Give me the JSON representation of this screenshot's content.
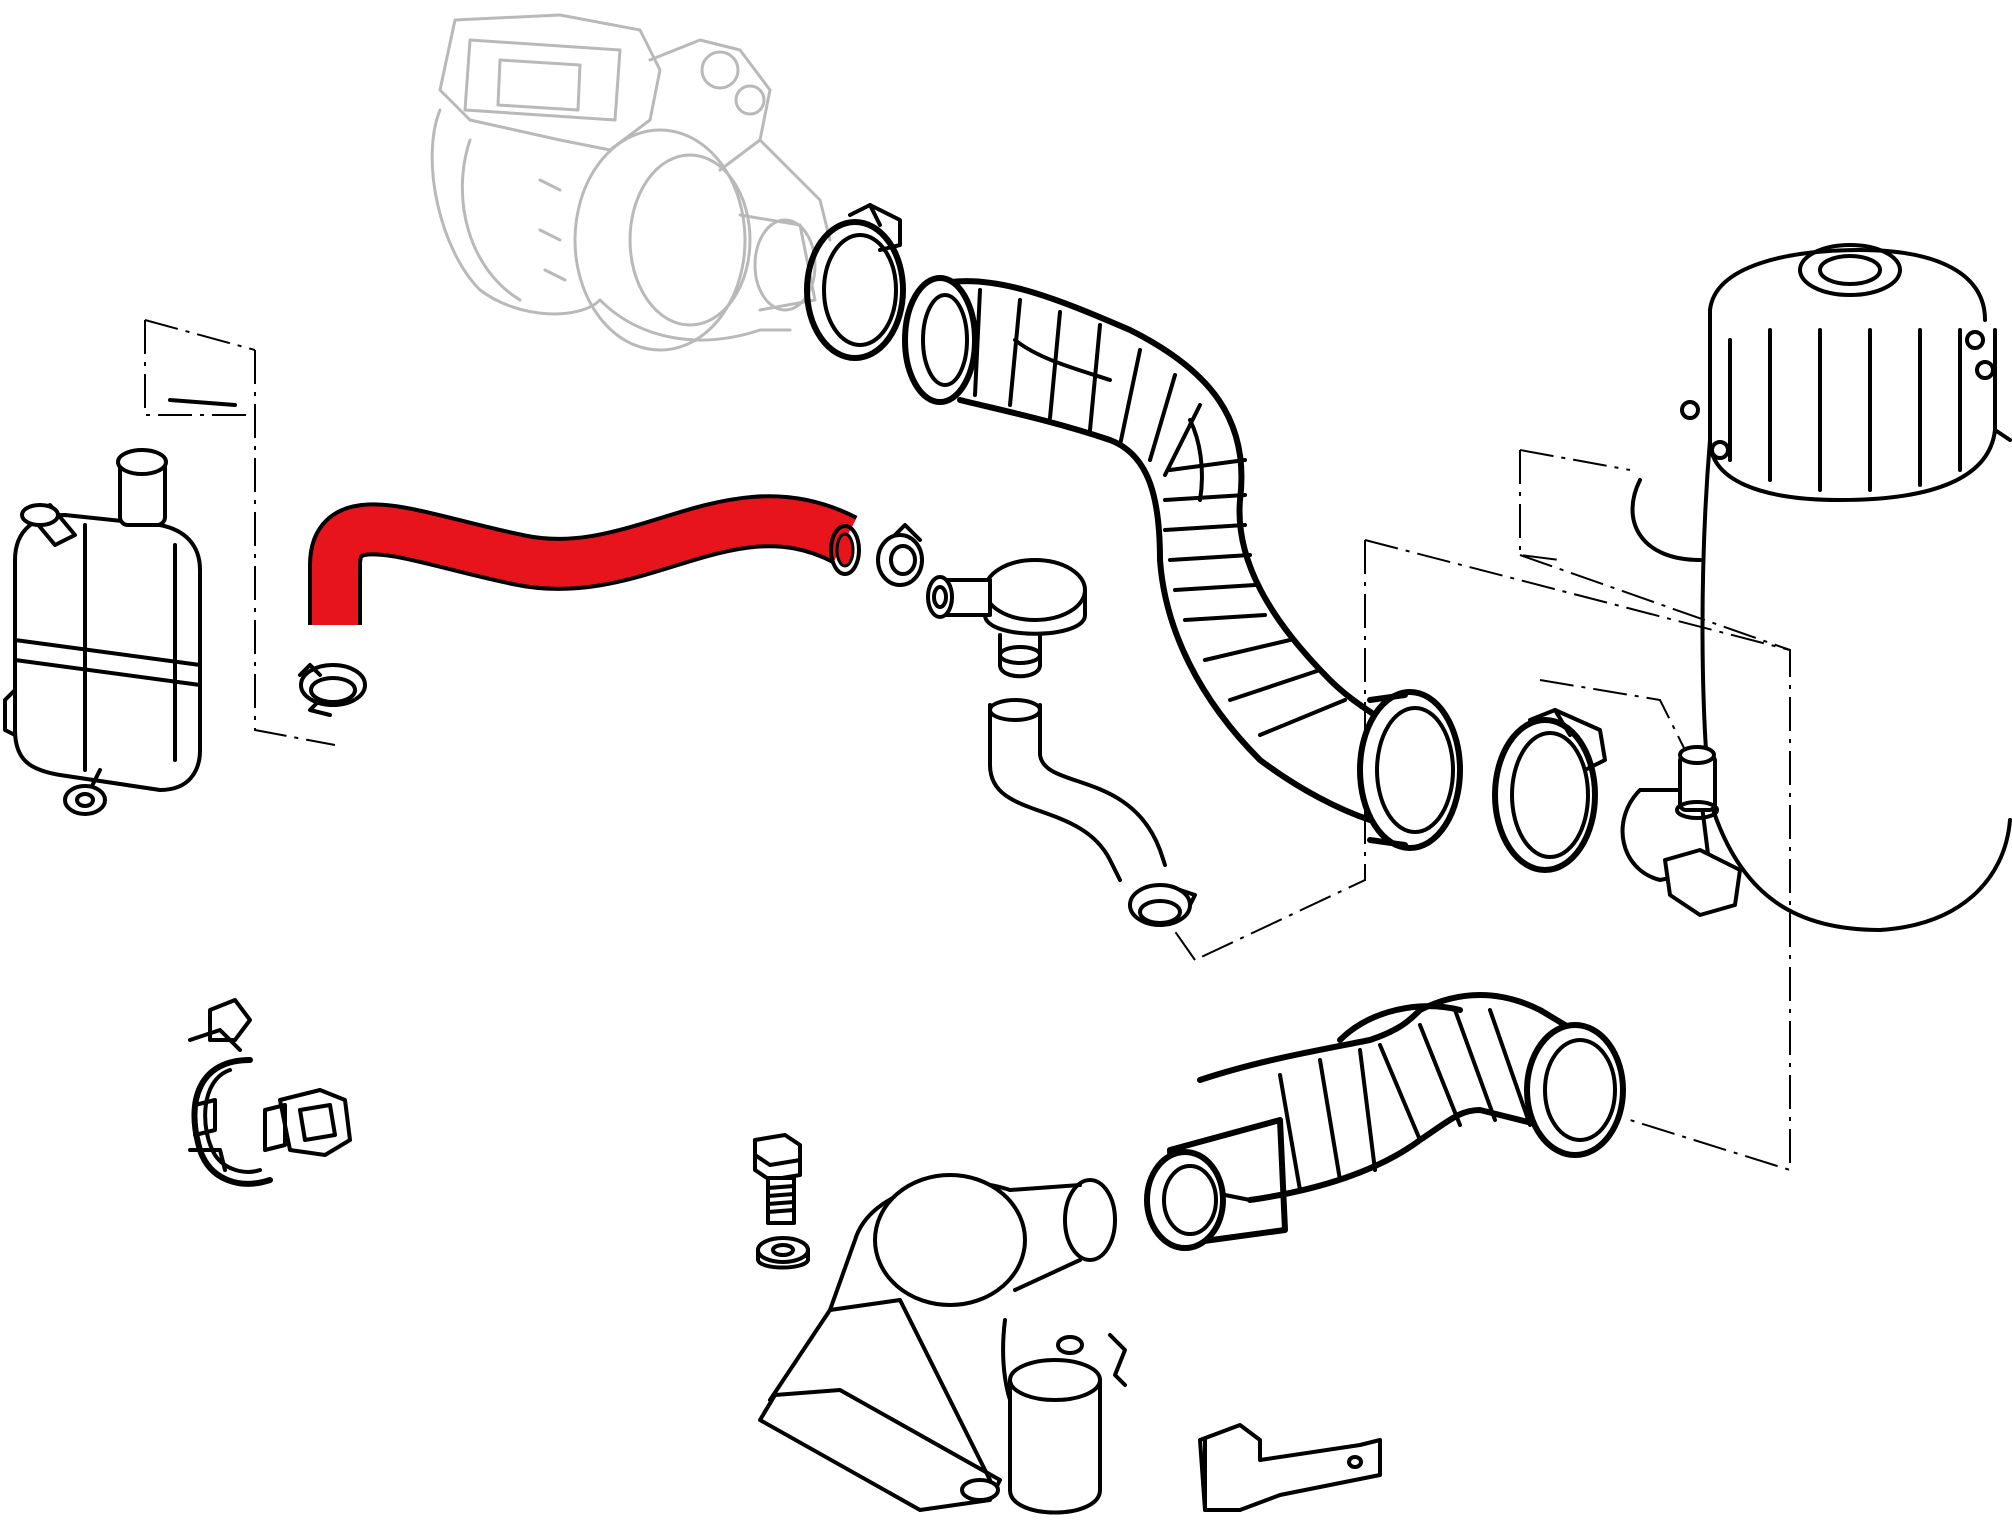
{
  "diagram": {
    "highlight_color": "#e8141c",
    "line_color": "#000000",
    "background_color": "#ffffff",
    "ghost_color": "#b9b9b9",
    "parts": [
      {
        "id": "turbocharger",
        "style": "ghosted"
      },
      {
        "id": "expansion-tank",
        "style": "outline"
      },
      {
        "id": "breather-hose",
        "style": "highlighted"
      },
      {
        "id": "hose-clip-small"
      },
      {
        "id": "breather-valve"
      },
      {
        "id": "drain-hose"
      },
      {
        "id": "intake-hose-upper"
      },
      {
        "id": "hose-clamp-large"
      },
      {
        "id": "air-filter-housing"
      },
      {
        "id": "intake-hose-lower"
      },
      {
        "id": "mounting-clip"
      },
      {
        "id": "bolt"
      },
      {
        "id": "washer"
      },
      {
        "id": "oil-separator"
      },
      {
        "id": "bracket"
      }
    ]
  }
}
